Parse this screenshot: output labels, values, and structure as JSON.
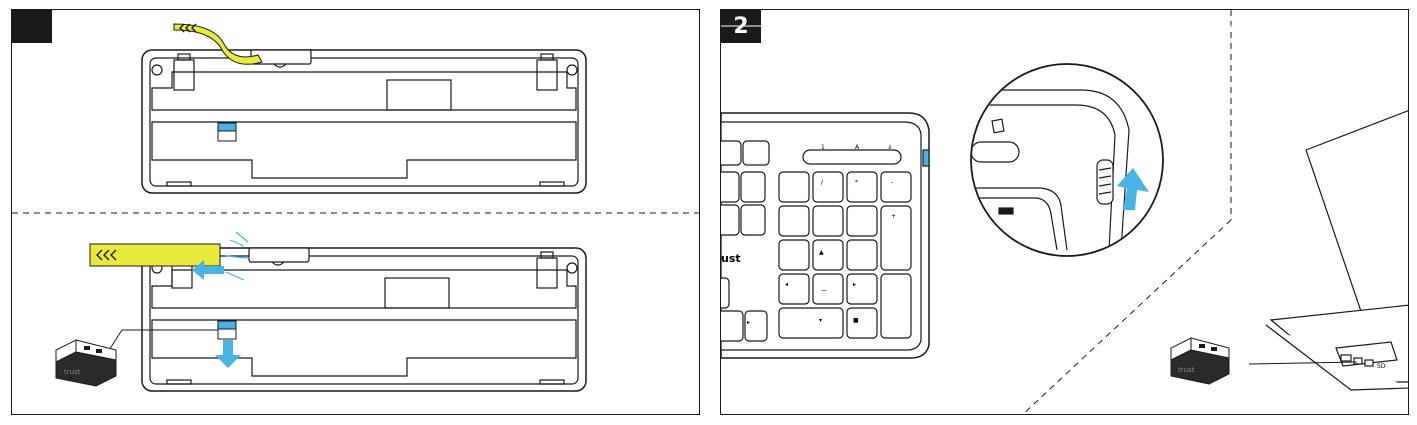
{
  "steps": [
    {
      "number": ""
    },
    {
      "number": "2"
    }
  ],
  "keyboard": {
    "brand_text": "ust",
    "led_indicators": [
      "1",
      "A",
      "⇓"
    ],
    "numpad_symbols": [
      "/",
      "*",
      "-",
      "+",
      "▲",
      "—",
      "◂",
      "▸",
      "▾",
      "▸",
      "■"
    ]
  },
  "laptop": {
    "port_label": "SD"
  },
  "colors": {
    "tape_yellow": "#e9ea3c",
    "accent_blue": "#49b3e6",
    "line": "#1a1a1a",
    "receiver_dark": "#2a2a2a"
  },
  "icons": [
    "chevron-arrows-icon",
    "slide-arrow-icon",
    "down-arrow-icon",
    "up-arrow-icon",
    "usb-receiver-icon"
  ]
}
